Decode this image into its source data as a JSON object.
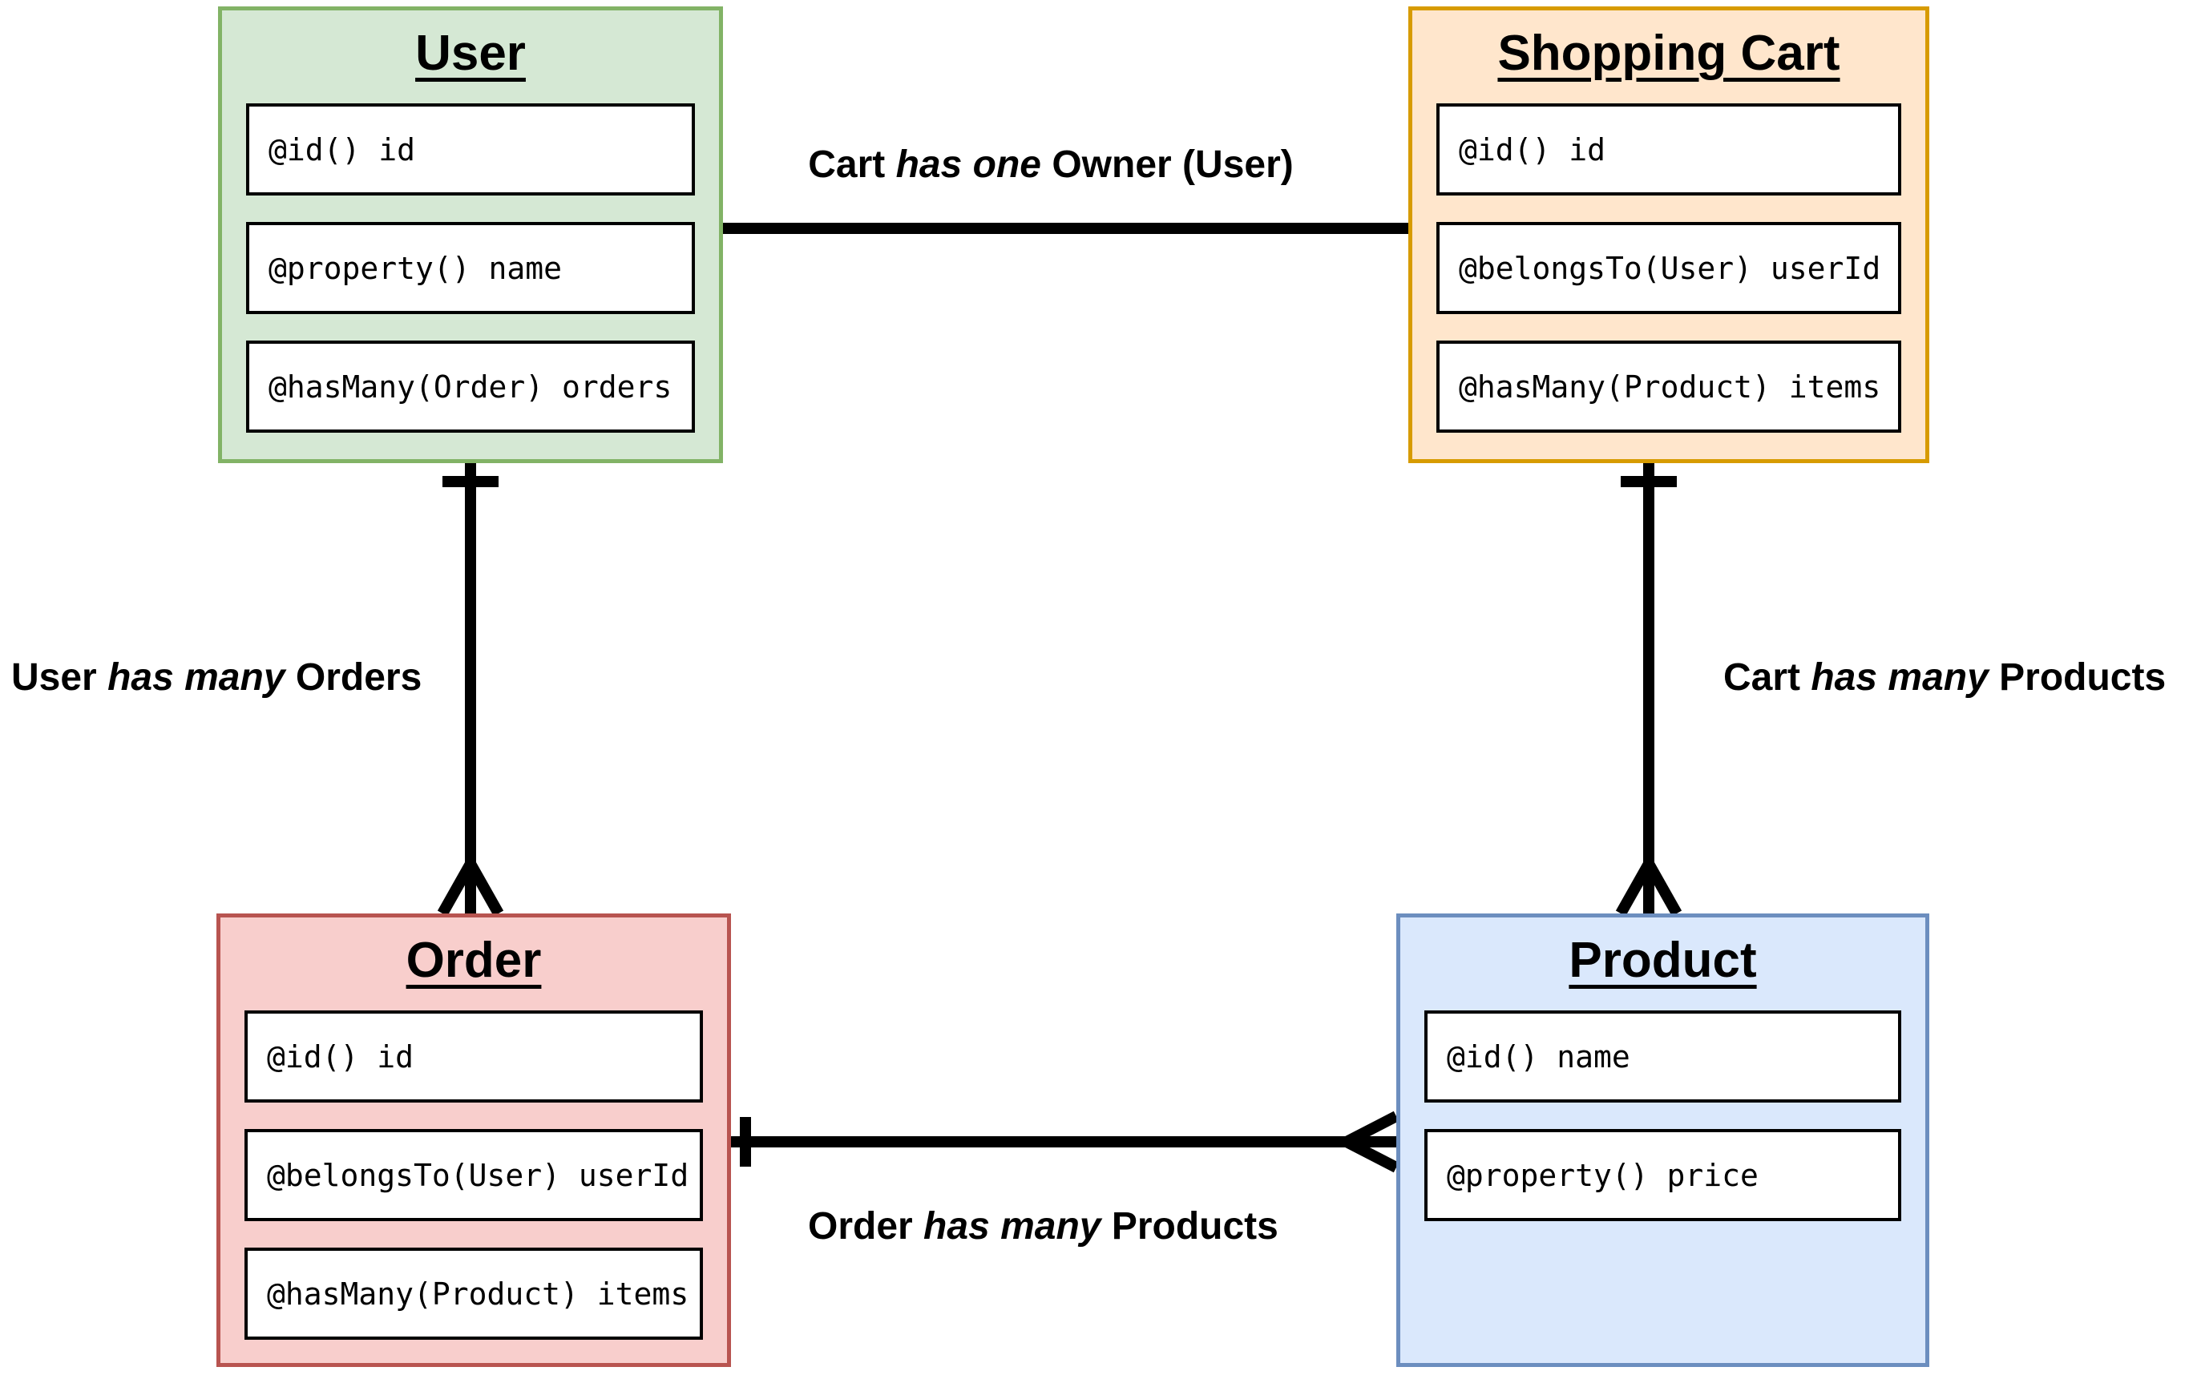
{
  "diagram": {
    "type": "entity-relationship",
    "background_color": "#ffffff",
    "line_color": "#000000",
    "notation": "crow-foot"
  },
  "entities": {
    "user": {
      "title": "User",
      "fill": "#d5e8d4",
      "stroke": "#82b366",
      "fields": [
        "@id() id",
        "@property() name",
        "@hasMany(Order) orders"
      ]
    },
    "cart": {
      "title": "Shopping Cart",
      "fill": "#ffe6cc",
      "stroke": "#d79b00",
      "fields": [
        "@id() id",
        "@belongsTo(User) userId",
        "@hasMany(Product) items"
      ]
    },
    "order": {
      "title": "Order",
      "fill": "#f8cecc",
      "stroke": "#b85450",
      "fields": [
        "@id() id",
        "@belongsTo(User) userId",
        "@hasMany(Product) items"
      ]
    },
    "product": {
      "title": "Product",
      "fill": "#dae8fc",
      "stroke": "#6c8ebf",
      "fields": [
        "@id() name",
        "@property() price"
      ]
    }
  },
  "relationships": {
    "cart_owner": {
      "prefix": "Cart ",
      "verb": "has one",
      "suffix": " Owner (User)",
      "from": "User",
      "to": "Shopping Cart",
      "from_cardinality": "none",
      "to_cardinality": "none"
    },
    "user_orders": {
      "prefix": "User ",
      "verb": "has many",
      "suffix": " Orders",
      "from": "User",
      "to": "Order",
      "from_cardinality": "one",
      "to_cardinality": "many"
    },
    "cart_products": {
      "prefix": "Cart ",
      "verb": "has many",
      "suffix": " Products",
      "from": "Shopping Cart",
      "to": "Product",
      "from_cardinality": "one",
      "to_cardinality": "many"
    },
    "order_products": {
      "prefix": "Order ",
      "verb": "has many",
      "suffix": " Products",
      "from": "Order",
      "to": "Product",
      "from_cardinality": "one",
      "to_cardinality": "many"
    }
  }
}
